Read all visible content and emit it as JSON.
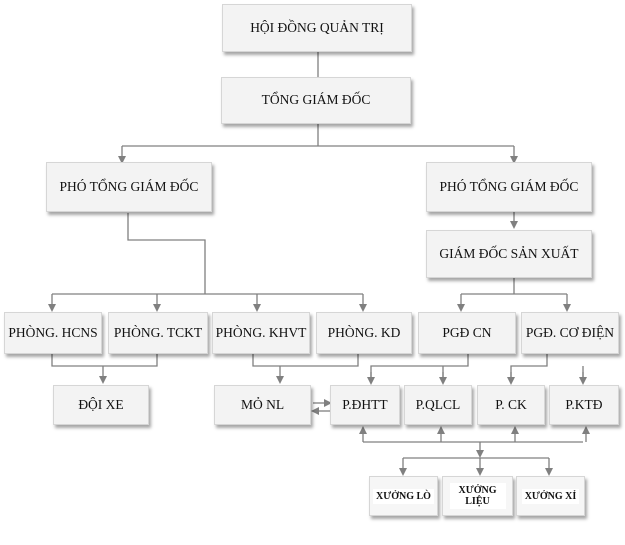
{
  "diagram": {
    "title": "Sơ đồ cơ cấu tổ chức",
    "colors": {
      "box_fill": "#f3f3f3",
      "box_border": "#d6d6d6",
      "line": "#808080",
      "text": "#111111"
    },
    "nodes": {
      "hdqt": "HỘI ĐỒNG QUẢN TRỊ",
      "tgd": "TỔNG GIÁM ĐỐC",
      "ptgd_left": "PHÓ TỔNG GIÁM ĐỐC",
      "ptgd_right": "PHÓ TỔNG GIÁM ĐỐC",
      "gdsx": "GIÁM ĐỐC SẢN XUẤT",
      "hcns": "PHÒNG. HCNS",
      "tckt": "PHÒNG. TCKT",
      "khvt": "PHÒNG. KHVT",
      "kd": "PHÒNG. KD",
      "pgd_cn": "PGĐ CN",
      "pgd_cd": "PGĐ. CƠ ĐIỆN",
      "doi_xe": "ĐỘI XE",
      "mo_nl": "MỎ NL",
      "p_dhtt": "P.ĐHTT",
      "p_qlcl": "P.QLCL",
      "p_ck": "P. CK",
      "p_ktd": "P.KTĐ",
      "xuong_lo": "XƯỞNG LÒ",
      "xuong_lieu": "XƯỞNG LIỆU",
      "xuong_xi": "XƯỞNG XỈ"
    },
    "edges": [
      [
        "hdqt",
        "tgd"
      ],
      [
        "tgd",
        "ptgd_left"
      ],
      [
        "tgd",
        "ptgd_right"
      ],
      [
        "ptgd_right",
        "gdsx"
      ],
      [
        "ptgd_left",
        "hcns"
      ],
      [
        "ptgd_left",
        "tckt"
      ],
      [
        "ptgd_left",
        "khvt"
      ],
      [
        "ptgd_left",
        "kd"
      ],
      [
        "gdsx",
        "pgd_cn"
      ],
      [
        "gdsx",
        "pgd_cd"
      ],
      [
        "hcns",
        "doi_xe"
      ],
      [
        "tckt",
        "doi_xe"
      ],
      [
        "khvt",
        "mo_nl"
      ],
      [
        "kd",
        "mo_nl"
      ],
      [
        "mo_nl",
        "p_dhtt"
      ],
      [
        "p_dhtt",
        "mo_nl"
      ],
      [
        "pgd_cn",
        "p_dhtt"
      ],
      [
        "pgd_cn",
        "p_qlcl"
      ],
      [
        "pgd_cd",
        "p_ck"
      ],
      [
        "pgd_cd",
        "p_ktd"
      ],
      [
        "xuong_lieu",
        "p_dhtt"
      ],
      [
        "xuong_lieu",
        "p_qlcl"
      ],
      [
        "xuong_lieu",
        "p_ck"
      ],
      [
        "xuong_lieu",
        "p_ktd"
      ],
      [
        "p_group",
        "xuong_lo"
      ],
      [
        "p_group",
        "xuong_lieu"
      ],
      [
        "p_group",
        "xuong_xi"
      ]
    ]
  }
}
